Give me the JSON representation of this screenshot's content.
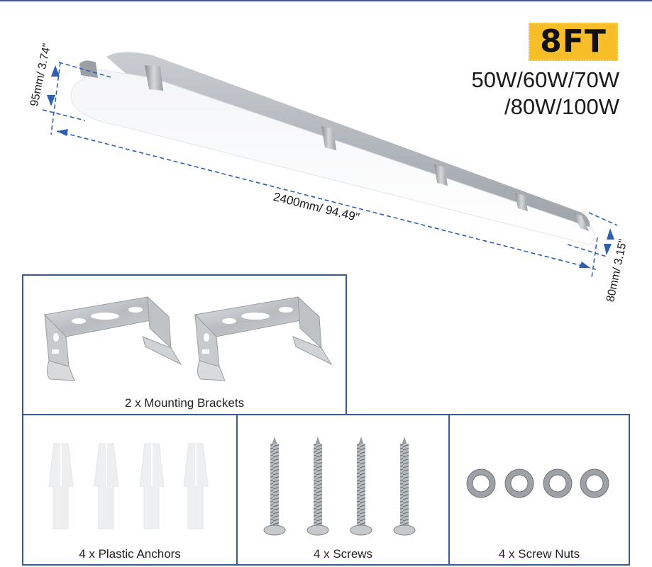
{
  "product": {
    "length_badge": "8FT",
    "wattage_line1": "50W/60W/70W",
    "wattage_line2": "/80W/100W",
    "accent_color": "#f7be2a",
    "frame_color": "#3a5a94",
    "dimension_color": "#2f5fae"
  },
  "dimensions": {
    "height_front": "95mm/ 3.74\"",
    "length": "2400mm/ 94.49\"",
    "height_back": "80mm/ 3.15\""
  },
  "accessories": [
    {
      "label": "2 x Mounting Brackets",
      "count": 2,
      "icon": "mounting-bracket-icon"
    },
    {
      "label": "4 x Plastic Anchors",
      "count": 4,
      "icon": "plastic-anchor-icon"
    },
    {
      "label": "4 x Screws",
      "count": 4,
      "icon": "screw-icon"
    },
    {
      "label": "4 x Screw Nuts",
      "count": 4,
      "icon": "washer-nut-icon"
    }
  ]
}
